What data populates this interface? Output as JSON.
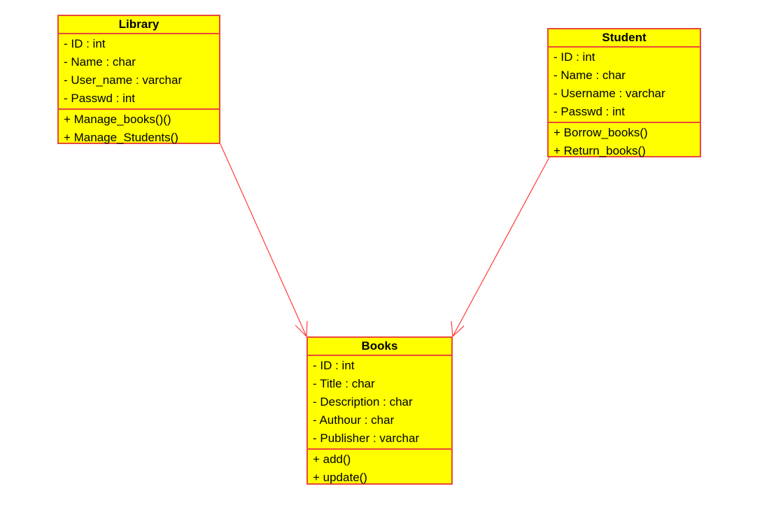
{
  "classes": {
    "library": {
      "name": "Library",
      "attributes": [
        "- ID : int",
        "- Name : char",
        "- User_name : varchar",
        "- Passwd : int"
      ],
      "methods": [
        "+ Manage_books()()",
        "+ Manage_Students()"
      ]
    },
    "student": {
      "name": "Student",
      "attributes": [
        "- ID : int",
        "- Name : char",
        "- Username : varchar",
        "- Passwd : int"
      ],
      "methods": [
        "+ Borrow_books()",
        "+ Return_books()"
      ]
    },
    "books": {
      "name": "Books",
      "attributes": [
        "- ID : int",
        "- Title : char",
        "- Description : char",
        "- Authour : char",
        "- Publisher : varchar"
      ],
      "methods": [
        "+ add()",
        "+ update()"
      ]
    }
  },
  "colors": {
    "fill": "#ffff00",
    "border": "#e8483a",
    "connector": "#ff3b3b"
  }
}
